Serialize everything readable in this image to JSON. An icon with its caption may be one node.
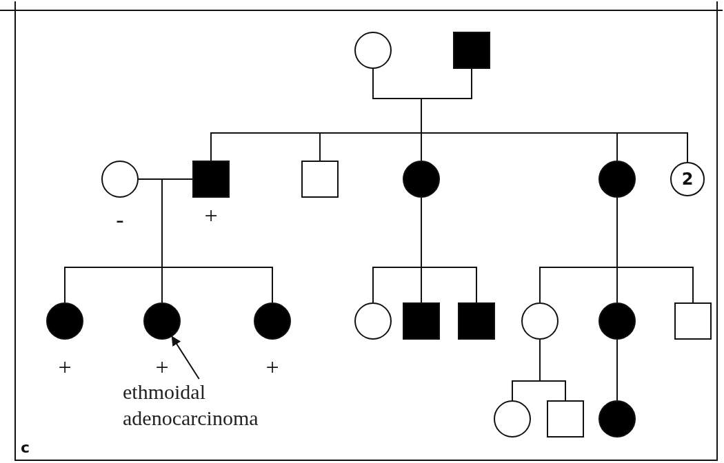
{
  "diagram": {
    "nodes": [
      {
        "text": [],
        "shape": "circle"
      },
      {
        "text": [],
        "shape": "box"
      },
      {
        "text": [],
        "shape": "circle",
        "beside": [
          "-"
        ]
      },
      {
        "text": [],
        "shape": "box",
        "beside": [
          "+"
        ]
      },
      {
        "text": [],
        "shape": "box"
      },
      {
        "text": [],
        "shape": "circle"
      },
      {
        "text": [],
        "shape": "circle"
      },
      {
        "text": [
          "2"
        ]
      },
      {
        "text": [],
        "shape": "circle",
        "beside": [
          "+"
        ]
      },
      {
        "text": [],
        "shape": "circle",
        "beside": [
          "+"
        ]
      },
      {
        "text": [],
        "shape": "circle",
        "beside": [
          "+"
        ]
      },
      {
        "text": [],
        "shape": "circle"
      },
      {
        "text": [],
        "shape": "box"
      },
      {
        "text": [],
        "shape": "box"
      },
      {
        "text": [],
        "shape": "circle"
      },
      {
        "text": [],
        "shape": "circle"
      },
      {
        "text": [],
        "shape": "box"
      },
      {
        "text": [],
        "shape": "circle"
      },
      {
        "text": [],
        "shape": "box"
      },
      {
        "text": [],
        "shape": "circle"
      },
      {
        "text": [
          "ethmoidal adenocarcinoma"
        ]
      }
    ],
    "edges": [
      {
        "from": 0,
        "to": 1,
        "arrow": "none"
      },
      {
        "from": 0,
        "to": 3,
        "arrow": "none"
      },
      {
        "from": 0,
        "to": 4,
        "arrow": "none"
      },
      {
        "from": 0,
        "to": 5,
        "arrow": "none"
      },
      {
        "from": 0,
        "to": 6,
        "arrow": "none"
      },
      {
        "from": 0,
        "to": 7,
        "arrow": "none"
      },
      {
        "from": 1,
        "to": 3,
        "arrow": "none"
      },
      {
        "from": 1,
        "to": 4,
        "arrow": "none"
      },
      {
        "from": 1,
        "to": 5,
        "arrow": "none"
      },
      {
        "from": 1,
        "to": 6,
        "arrow": "none"
      },
      {
        "from": 1,
        "to": 7,
        "arrow": "none"
      },
      {
        "from": 2,
        "to": 3,
        "arrow": "none"
      },
      {
        "from": 2,
        "to": 8,
        "arrow": "none"
      },
      {
        "from": 2,
        "to": 9,
        "arrow": "none"
      },
      {
        "from": 2,
        "to": 10,
        "arrow": "none"
      },
      {
        "from": 3,
        "to": 8,
        "arrow": "none"
      },
      {
        "from": 3,
        "to": 9,
        "arrow": "none"
      },
      {
        "from": 3,
        "to": 10,
        "arrow": "none"
      },
      {
        "from": 5,
        "to": 11,
        "arrow": "none"
      },
      {
        "from": 5,
        "to": 12,
        "arrow": "none"
      },
      {
        "from": 5,
        "to": 13,
        "arrow": "none"
      },
      {
        "from": 6,
        "to": 14,
        "arrow": "none"
      },
      {
        "from": 6,
        "to": 15,
        "arrow": "none"
      },
      {
        "from": 6,
        "to": 16,
        "arrow": "none"
      },
      {
        "from": 14,
        "to": 17,
        "arrow": "none"
      },
      {
        "from": 14,
        "to": 18,
        "arrow": "none"
      },
      {
        "from": 15,
        "to": 19,
        "arrow": "none"
      },
      {
        "from": 20,
        "to": 9,
        "arrow": "to"
      }
    ],
    "labels": [
      "c"
    ]
  }
}
